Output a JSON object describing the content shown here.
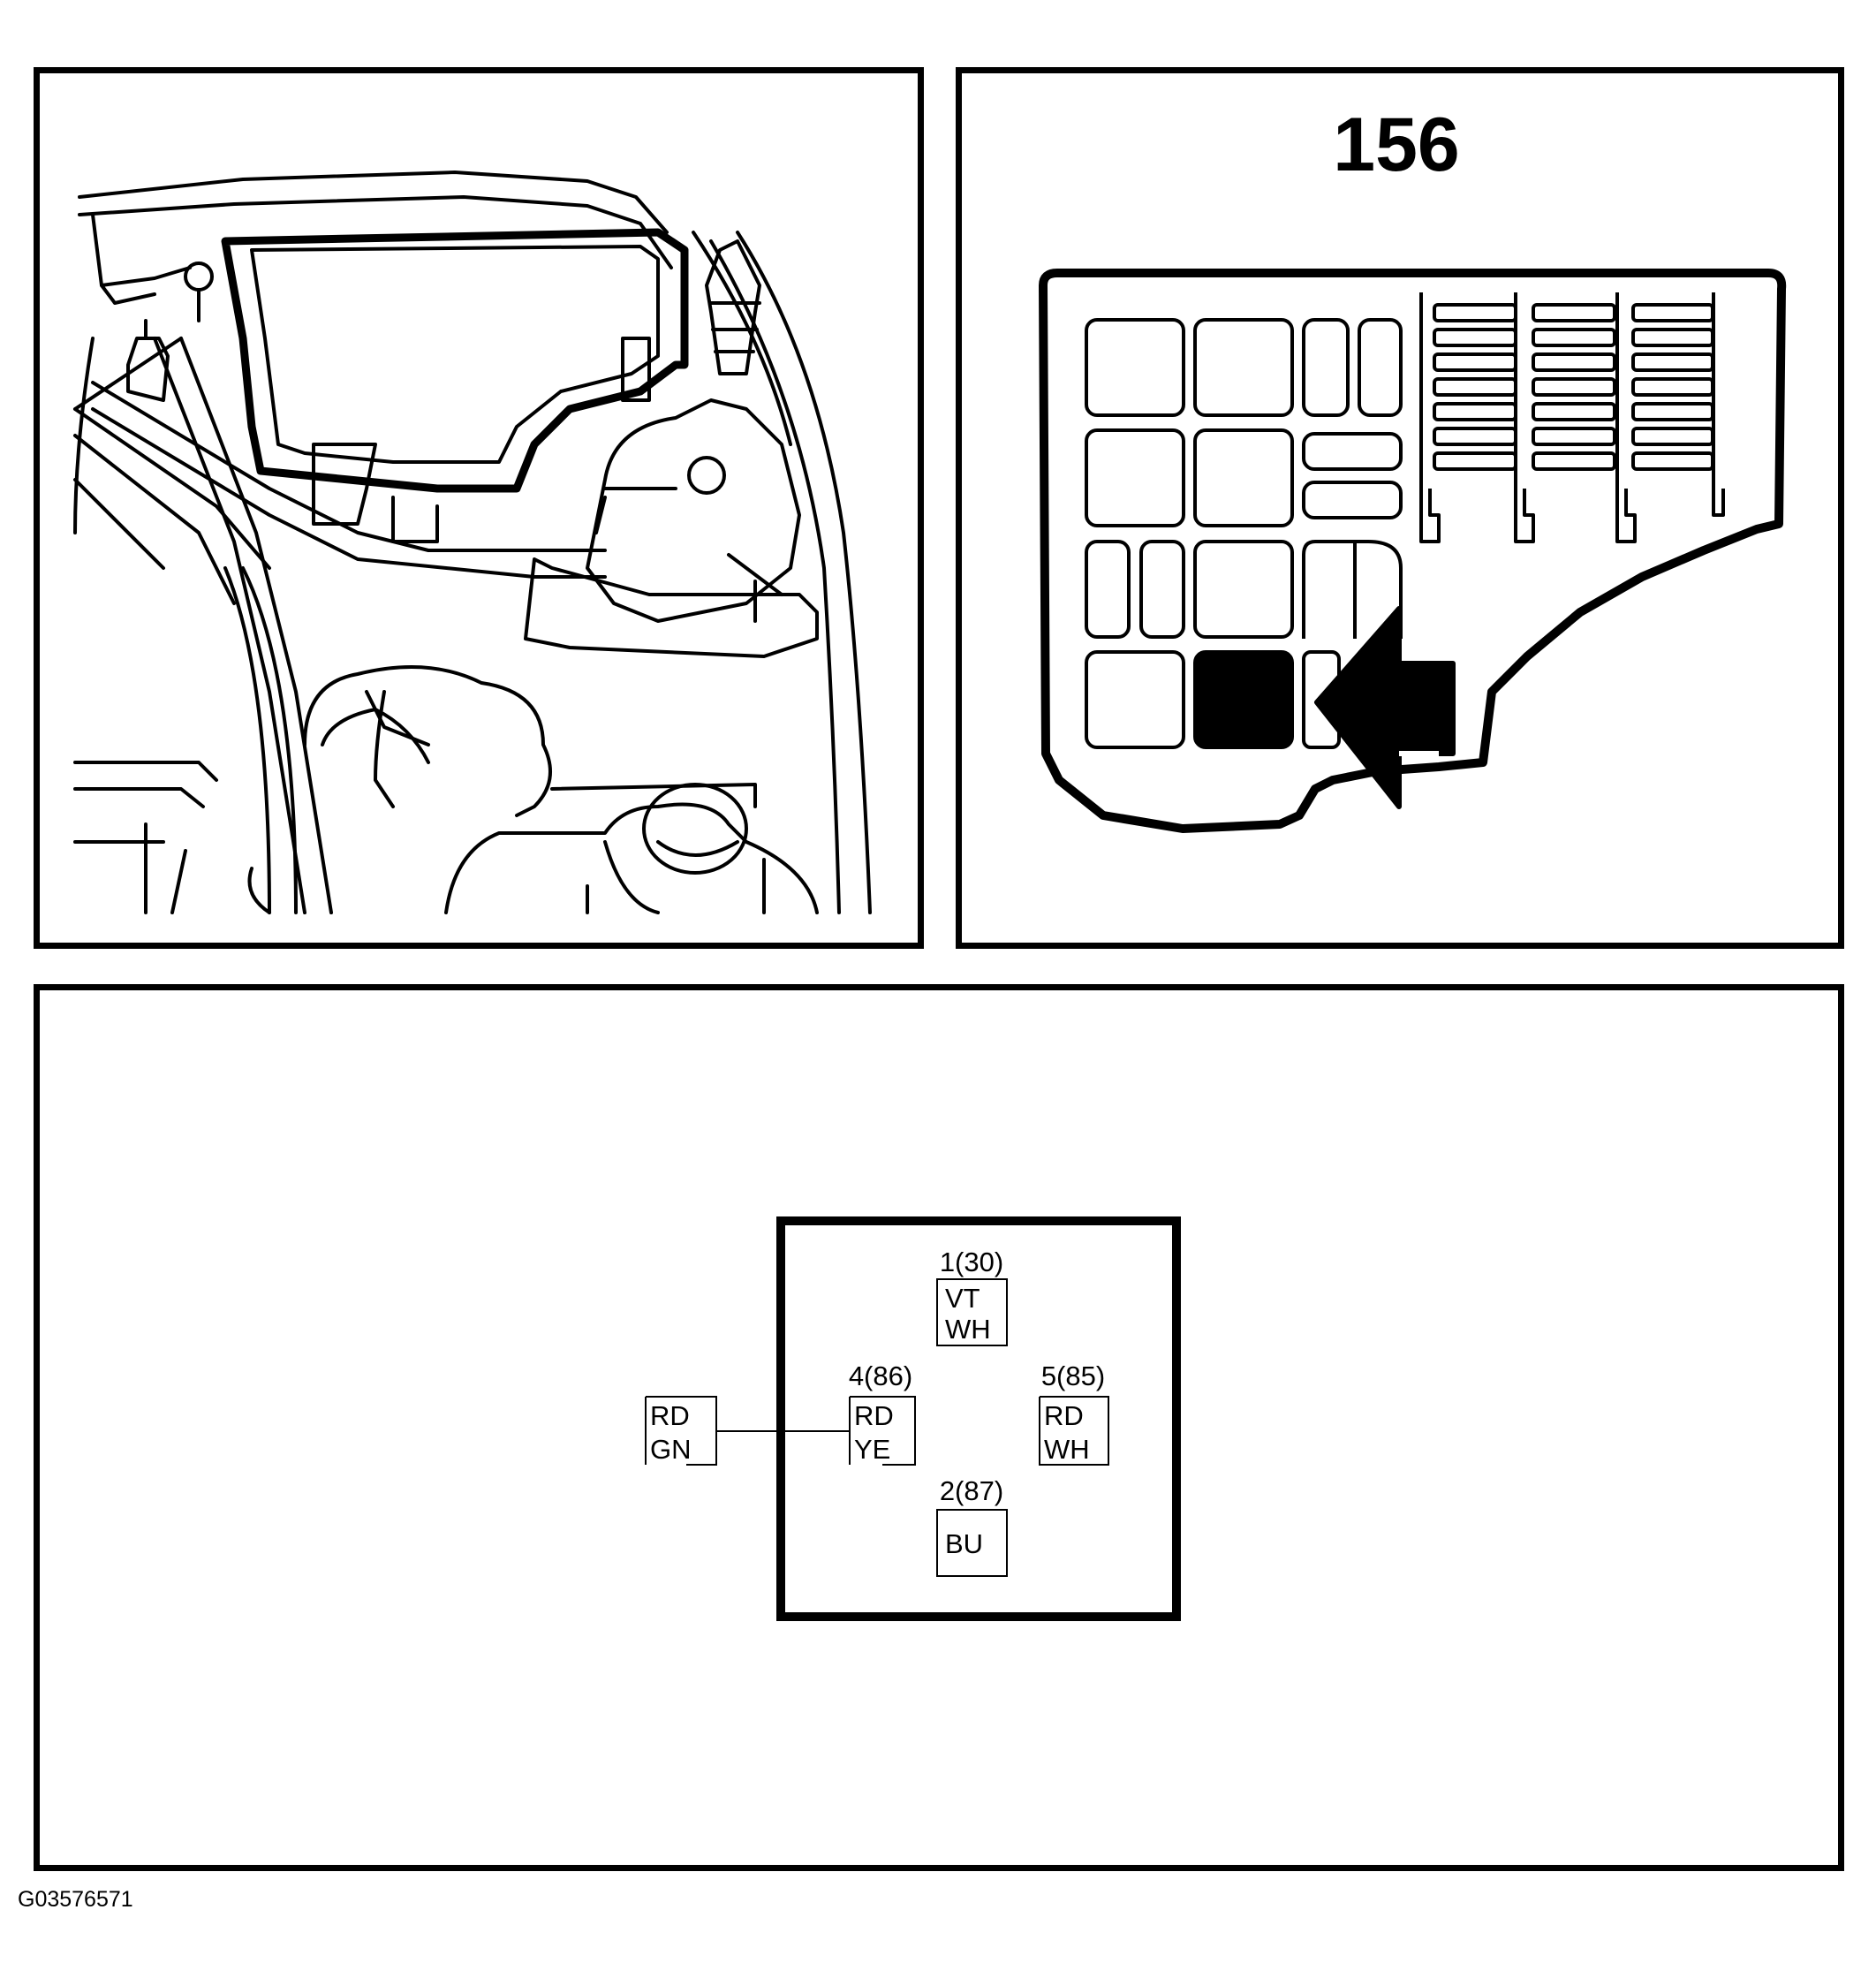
{
  "locator_panel": {
    "component_number": "156"
  },
  "connector": {
    "pins": [
      {
        "pin": "1(30)",
        "wire_colors": [
          "VT",
          "WH"
        ]
      },
      {
        "pin": "4(86)",
        "wire_colors": [
          "RD",
          "YE"
        ]
      },
      {
        "pin": "5(85)",
        "wire_colors": [
          "RD",
          "WH"
        ]
      },
      {
        "pin": "2(87)",
        "wire_colors": [
          "BU"
        ]
      }
    ],
    "external_wire_colors": [
      "RD",
      "GN"
    ]
  },
  "figure_id": "G03576571"
}
